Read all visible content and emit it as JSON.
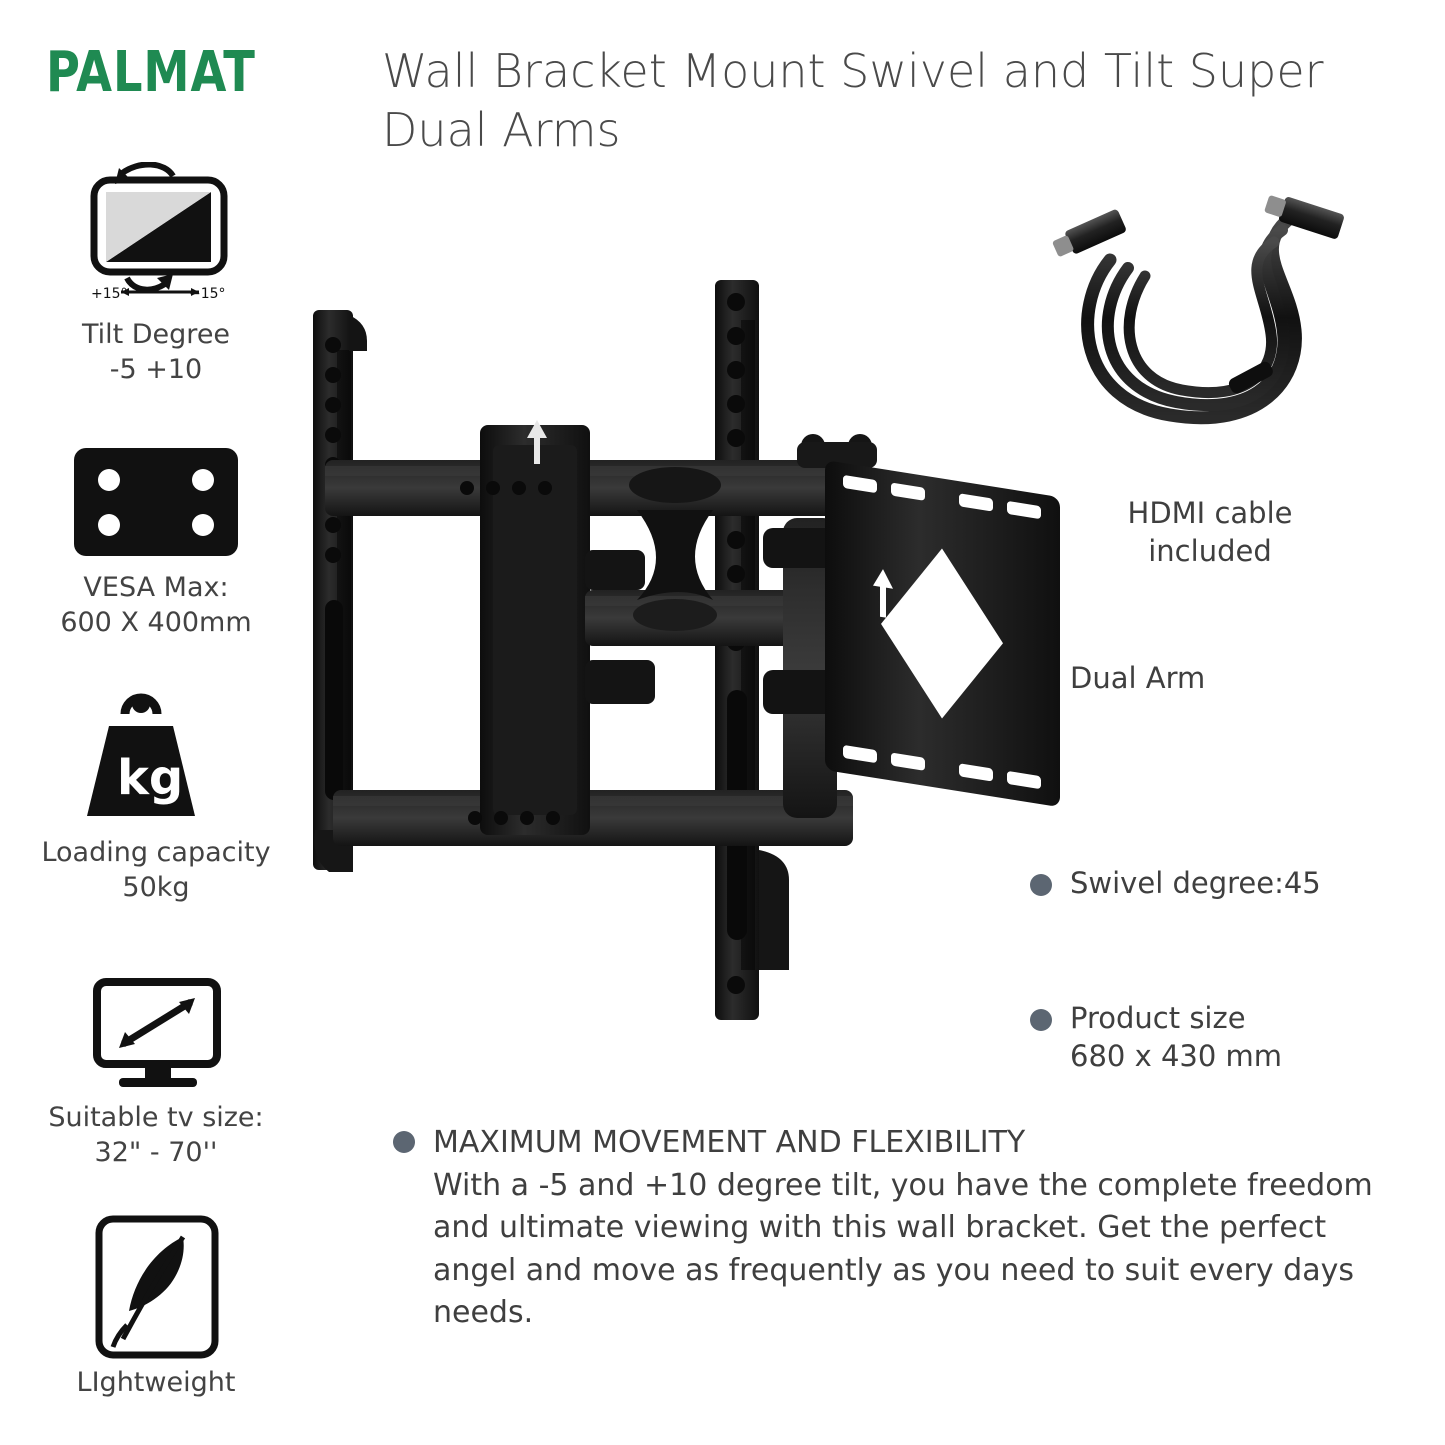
{
  "brand": "PALMAT",
  "headline": "Wall Bracket Mount Swivel and Tilt Super Dual Arms",
  "colors": {
    "brand_green": "#1f8a52",
    "text_grey": "#434343",
    "bullet_dot": "#5c6672",
    "product_black": "#1a1a1a"
  },
  "features": [
    {
      "icon": "tilt-screen-icon",
      "icon_label": "+15°←→−15°",
      "title": "Tilt Degree",
      "value": "-5 +10"
    },
    {
      "icon": "vesa-plate-icon",
      "title": "VESA Max:",
      "value": "600 X 400mm"
    },
    {
      "icon": "weight-kg-icon",
      "icon_label": "kg",
      "title": "Loading capacity",
      "value": "50kg"
    },
    {
      "icon": "tv-diagonal-icon",
      "title": "Suitable tv size:",
      "value": "32\" - 70''"
    },
    {
      "icon": "feather-lightweight-icon",
      "title": "LIghtweight",
      "value": ""
    }
  ],
  "hdmi": {
    "icon": "hdmi-cable-photo",
    "caption_line1": "HDMI cable",
    "caption_line2": "included"
  },
  "bullets": [
    {
      "text": "Dual Arm"
    },
    {
      "text": "Swivel degree:45"
    },
    {
      "line1": "Product size",
      "line2": "680 x 430 mm"
    }
  ],
  "paragraph": {
    "heading": "MAXIMUM MOVEMENT AND FLEXIBILITY",
    "body": "With a -5 and +10 degree tilt, you have the complete freedom and ultimate viewing with this wall bracket. Get the perfect angel and move as frequently as you need to suit every days needs."
  },
  "product_image": {
    "name": "tv-wall-mount-bracket-photo"
  }
}
